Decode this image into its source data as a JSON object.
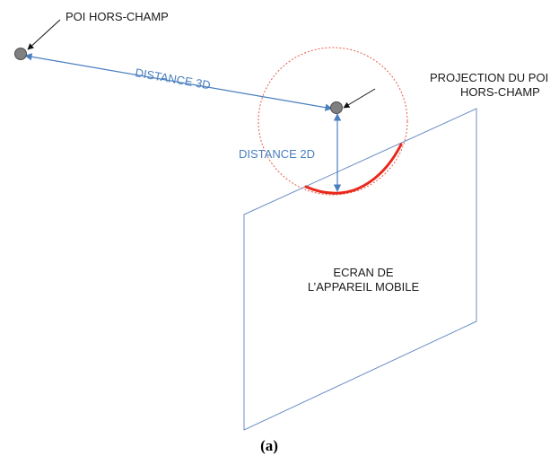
{
  "labels": {
    "poi_offscreen": "POI HORS-CHAMP",
    "projection_line1": "PROJECTION DU POI",
    "projection_line2": "HORS-CHAMP",
    "distance_3d": "DISTANCE 3D",
    "distance_2d": "DISTANCE 2D",
    "screen_line1": "ECRAN DE",
    "screen_line2": "L’APPAREIL MOBILE",
    "caption": "(a)"
  },
  "colors": {
    "background": "#ffffff",
    "screen_outline": "#6b8fc4",
    "distance_arrows": "#4a7fbf",
    "dotted_circle": "#e8584a",
    "visible_arc": "#e8281b",
    "poi_marker": "#808080",
    "dark_text": "#1a1a1a"
  },
  "icons": {
    "poi_offscreen": "grey-circle-marker",
    "poi_projection": "grey-circle-marker"
  }
}
